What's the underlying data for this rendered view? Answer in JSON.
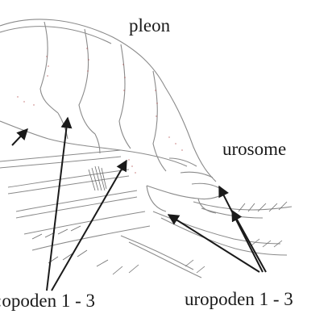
{
  "labels": {
    "pleon": "pleon",
    "urosome": "urosome",
    "pleopoden": ":opoden 1 - 3",
    "uropoden": "uropoden 1 - 3"
  },
  "colors": {
    "outline": "#8a8a8a",
    "setae": "#6e6e6e",
    "dots": "#b04a4a",
    "arrow": "#1a1a1a",
    "text": "#1a1a1a"
  }
}
